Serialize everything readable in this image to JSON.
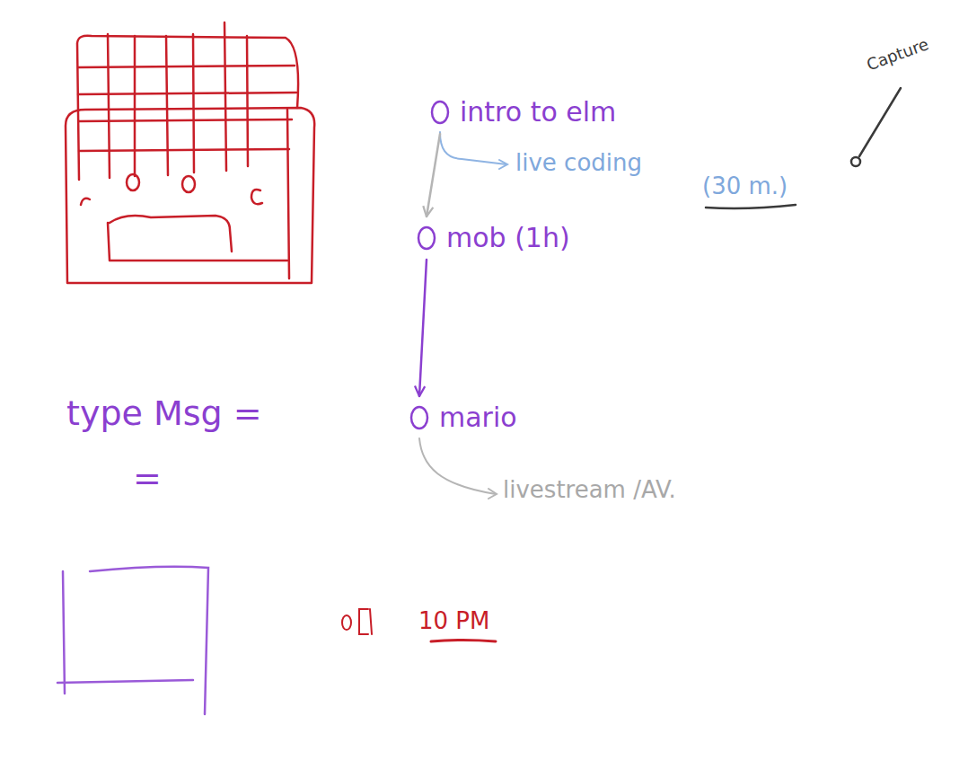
{
  "diagram": {
    "nodes": [
      {
        "text": [
          "intro to elm"
        ]
      },
      {
        "text": [
          "mob (1h)"
        ]
      },
      {
        "text": [
          "mario"
        ]
      }
    ],
    "edges": [
      {
        "from": 0,
        "to": 1,
        "arrow": "to"
      },
      {
        "from": 1,
        "to": 2,
        "arrow": "to"
      }
    ],
    "labels": [
      "Capture",
      "live coding",
      "(30 m.)",
      "type Msg =",
      "=",
      "livestream /AV.",
      "10 PM"
    ]
  }
}
